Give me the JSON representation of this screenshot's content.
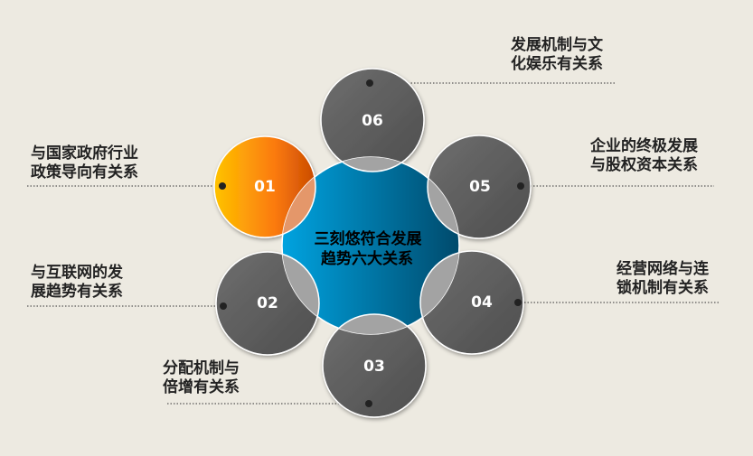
{
  "center_title": [
    "三刻悠符合发展",
    "趋势六大关系"
  ],
  "nodes": [
    {
      "num": "01",
      "label": [
        "与国家政府行业",
        "政策导向有关系"
      ],
      "highlight": true
    },
    {
      "num": "02",
      "label": [
        "与互联网的发",
        "展趋势有关系"
      ]
    },
    {
      "num": "03",
      "label": [
        "分配机制与",
        "倍增有关系"
      ]
    },
    {
      "num": "04",
      "label": [
        "经营网络与连",
        "锁机制有关系"
      ]
    },
    {
      "num": "05",
      "label": [
        "企业的终极发展",
        "与股权资本关系"
      ]
    },
    {
      "num": "06",
      "label": [
        "发展机制与文",
        "化娱乐有关系"
      ]
    }
  ],
  "colors": {
    "highlight_start": "#ffc300",
    "highlight_end": "#c94a00",
    "center_start": "#009fdc",
    "center_end": "#004e72",
    "node": "#5a5a5a"
  }
}
